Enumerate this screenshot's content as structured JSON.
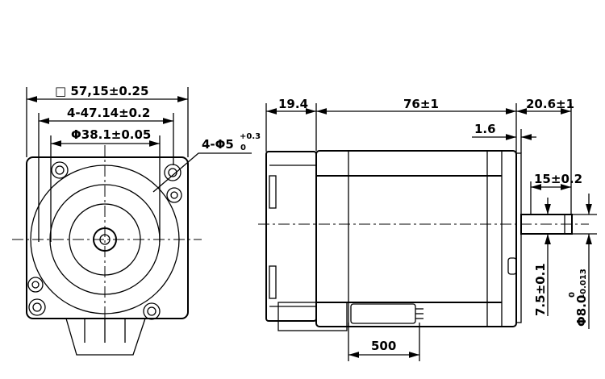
{
  "front_view": {
    "square_size": "□ 57,15±0.25",
    "hole_spacing": "4-47.14±0.2",
    "pilot_diameter": "Φ38.1±0.05",
    "hole_diameter_main": "4-Φ5",
    "hole_tol_upper": "+0.3",
    "hole_tol_lower": "0"
  },
  "side_view": {
    "rear_length": "19.4",
    "body_length": "76±1",
    "shaft_length": "20.6±1",
    "flange_thickness": "1.6",
    "flat_length": "15±0.2",
    "flat_depth": "7.5±0.1",
    "shaft_diameter_main": "Φ8.0",
    "shaft_tol_upper": "0",
    "shaft_tol_lower": "-0.013",
    "cable_length": "500"
  }
}
